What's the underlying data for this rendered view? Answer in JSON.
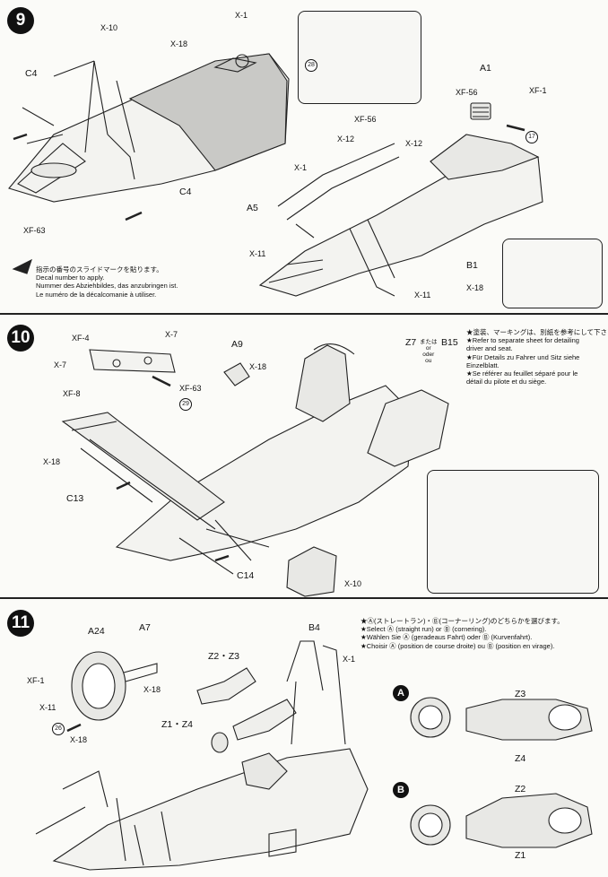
{
  "steps": [
    {
      "number": "9",
      "labels": [
        "X-10",
        "X-1",
        "X-18",
        "C4",
        "C4",
        "XF-63",
        "XF-56",
        "X-12",
        "X-12",
        "X-1",
        "A5",
        "X-11",
        "XF-56",
        "XF-1",
        "A1",
        "B1",
        "X-18",
        "X-11"
      ],
      "callouts": [
        "28",
        "17"
      ],
      "decal_note": [
        "指示の番号のスライドマークを貼ります。",
        "Decal number to apply.",
        "Nummer des Abziehbildes, das anzubringen ist.",
        "Le numéro de la décalcomanie à utiliser."
      ]
    },
    {
      "number": "10",
      "labels": [
        "XF-4",
        "X-7",
        "X-7",
        "XF-8",
        "XF-63",
        "A9",
        "X-18",
        "X-18",
        "C13",
        "C14",
        "X-10",
        "Z7",
        "B15"
      ],
      "alt_text": [
        "または",
        "or",
        "oder",
        "ou"
      ],
      "callouts": [
        "29"
      ],
      "notes": [
        "★塗装、マーキングは、別紙を参考にして下さい。",
        "★Refer to separate sheet for detailing",
        "driver and seat.",
        "★Für Details zu Fahrer und Sitz siehe",
        "Einzelblatt.",
        "★Se référer au feuillet séparé pour le",
        "détail du pilote et du siège."
      ]
    },
    {
      "number": "11",
      "labels": [
        "A24",
        "A7",
        "XF-1",
        "X-11",
        "X-18",
        "X-18",
        "Z2・Z3",
        "Z1・Z4",
        "B4",
        "X-1",
        "Z3",
        "Z4",
        "Z2",
        "Z1"
      ],
      "callouts": [
        "26"
      ],
      "options": [
        "A",
        "B"
      ],
      "notes": [
        "★Ⓐ(ストレートラン)・Ⓑ(コーナーリング)のどちらかを選びます。",
        "★Select Ⓐ (straight run) or Ⓑ (cornering).",
        "★Wählen Sie Ⓐ (geradeaus Fahrt) oder Ⓑ (Kurvenfahrt).",
        "★Choisir Ⓐ (position de course droite) ou Ⓑ (position en virage)."
      ]
    }
  ]
}
